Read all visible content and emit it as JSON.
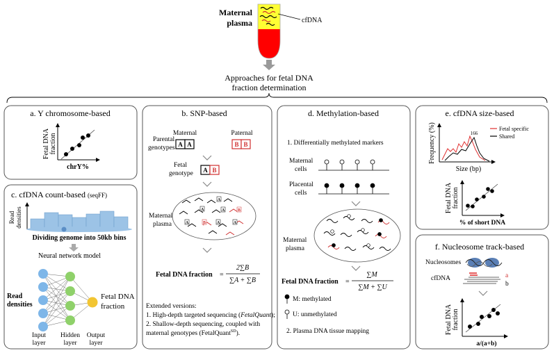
{
  "colors": {
    "tube_red": "#ff0000",
    "tube_yellow": "#ffff33",
    "arrow_gray": "#9a9a9a",
    "fetal_red": "#e03030",
    "bin_blue": "#9cc3e6",
    "node_blue": "#7eb6e8",
    "node_green": "#8fd16a",
    "node_yellow": "#f2c532",
    "nucleosome_blue": "#5a7fb5"
  },
  "header": {
    "tube_label_1": "Maternal",
    "tube_label_2": "plasma",
    "cfdna_label": "cfDNA",
    "approach_line1": "Approaches for fetal DNA",
    "approach_line2": "fraction determination"
  },
  "panel_a": {
    "title": "a. Y chromosome-based",
    "ylabel_1": "Fetal DNA",
    "ylabel_2": "fraction",
    "xlabel": "chrY%"
  },
  "panel_b": {
    "title": "b. SNP-based",
    "parental_1": "Parental",
    "parental_2": "genotypes",
    "maternal": "Maternal",
    "paternal": "Paternal",
    "allele_a": "A",
    "allele_b": "B",
    "fetal_1": "Fetal",
    "fetal_2": "genotype",
    "plasma_1": "Maternal",
    "plasma_2": "plasma",
    "formula_label": "Fetal DNA fraction",
    "formula_num": "2∑B",
    "formula_den": "∑A + ∑B",
    "ext_title": "Extended versions:",
    "ext_1a": "1. High-depth targeted sequencing (",
    "ext_1b": "FetalQuant",
    "ext_1c": ");",
    "ext_2a": "2. Shallow-depth sequencing, coupled with",
    "ext_2b": "maternal genotypes (FetalQuant",
    "ext_2sup": "SD",
    "ext_2c": ")."
  },
  "panel_c": {
    "title": "c. cfDNA count-based",
    "title_small": "(seqFF)",
    "read_1": "Read",
    "read_2": "densities",
    "bins_label": "Dividing genome into 50kb bins",
    "nn_title": "Neural network model",
    "input_1": "Read",
    "input_2": "densities",
    "in_layer_1": "Input",
    "in_layer_2": "layer",
    "hid_layer_1": "Hidden",
    "hid_layer_2": "layer",
    "out_layer_1": "Output",
    "out_layer_2": "layer",
    "output_1": "Fetal DNA",
    "output_2": "fraction"
  },
  "panel_d": {
    "title": "d. Methylation-based",
    "item1": "1. Differentially methylated markers",
    "maternal_1": "Maternal",
    "maternal_2": "cells",
    "placental_1": "Placental",
    "placental_2": "cells",
    "plasma_1": "Maternal",
    "plasma_2": "plasma",
    "formula_label": "Fetal DNA fraction",
    "formula_num": "∑M",
    "formula_den": "∑M + ∑U",
    "legend_m": "M: methylated",
    "legend_u": "U: unmethylated",
    "item2": "2. Plasma DNA tissue mapping"
  },
  "panel_e": {
    "title": "e. cfDNA size-based",
    "ylabel": "Frequency (%)",
    "xlabel": "Size (bp)",
    "peak_label": "166",
    "legend_fetal": "Fetal specific",
    "legend_shared": "Shared",
    "scatter_y1": "Fetal DNA",
    "scatter_y2": "fraction",
    "scatter_x": "% of short DNA"
  },
  "panel_f": {
    "title": "f. Nucleosome track-based",
    "nucleosomes": "Nucleosomes",
    "cfdna": "cfDNA",
    "a_label": "a",
    "b_label": "b",
    "ylabel_1": "Fetal DNA",
    "ylabel_2": "fraction",
    "xlabel": "a/(a+b)"
  }
}
